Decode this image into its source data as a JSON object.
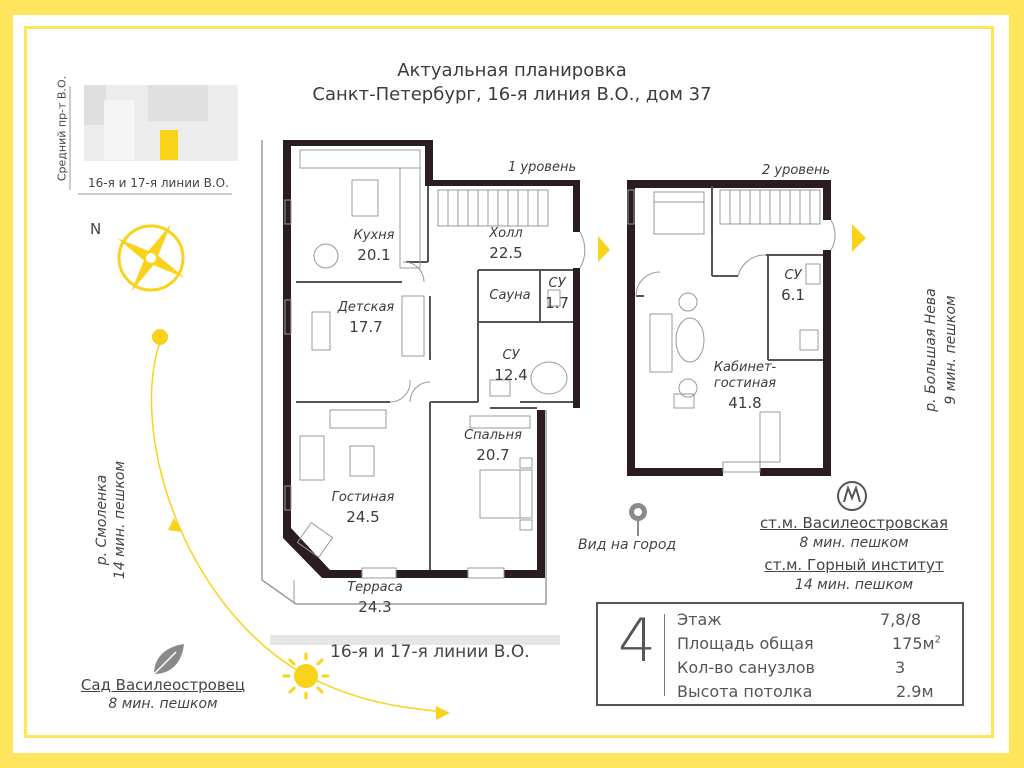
{
  "header": {
    "line1": "Актуальная планировка",
    "line2": "Санкт-Петербург, 16-я линия В.О., дом 37"
  },
  "locator": {
    "street_vertical": "Средний пр-т В.О.",
    "street_bottom": "16-я и 17-я линии В.О."
  },
  "compass": {
    "north": "N"
  },
  "levels": {
    "level1": "1 уровень",
    "level2": "2 уровень"
  },
  "rooms": {
    "kitchen": {
      "name": "Кухня",
      "area": "20.1"
    },
    "hall": {
      "name": "Холл",
      "area": "22.5"
    },
    "kids": {
      "name": "Детская",
      "area": "17.7"
    },
    "sauna": {
      "name": "Сауна"
    },
    "wc1": {
      "name": "СУ",
      "area": "1.7"
    },
    "wc2": {
      "name": "СУ",
      "area": "12.4"
    },
    "bedroom": {
      "name": "Спальня",
      "area": "20.7"
    },
    "living": {
      "name": "Гостиная",
      "area": "24.5"
    },
    "terrace": {
      "name": "Терраса",
      "area": "24.3"
    },
    "wc3": {
      "name": "СУ",
      "area": "6.1"
    },
    "cabinet": {
      "name_line1": "Кабинет-",
      "name_line2": "гостиная",
      "area": "41.8"
    }
  },
  "street_below_plan": "16-я и 17-я линии В.О.",
  "city_view": "Вид на город",
  "metro": {
    "station1": "ст.м. Василеостровская",
    "station1_walk": "8 мин. пешком",
    "station2": "ст.м. Горный институт",
    "station2_walk": "14 мин. пешком"
  },
  "river_right": {
    "name": "р. Большая Нева",
    "walk": "9 мин. пешком"
  },
  "river_left": {
    "name": "р. Смоленка",
    "walk": "14 мин. пешком"
  },
  "garden": {
    "name": "Сад Василеостровец",
    "walk": "8 мин. пешком"
  },
  "info": {
    "number": "4",
    "rows": [
      {
        "label": "Этаж",
        "value": "7,8/8"
      },
      {
        "label": "Площадь общая",
        "value": "175м",
        "sup": "2"
      },
      {
        "label": "Кол-во санузлов",
        "value": "3"
      },
      {
        "label": "Высота потолка",
        "value": "2.9м"
      }
    ]
  },
  "colors": {
    "accent": "#ffe55c",
    "sun": "#f9d21a",
    "wall": "#2b1d1f"
  }
}
